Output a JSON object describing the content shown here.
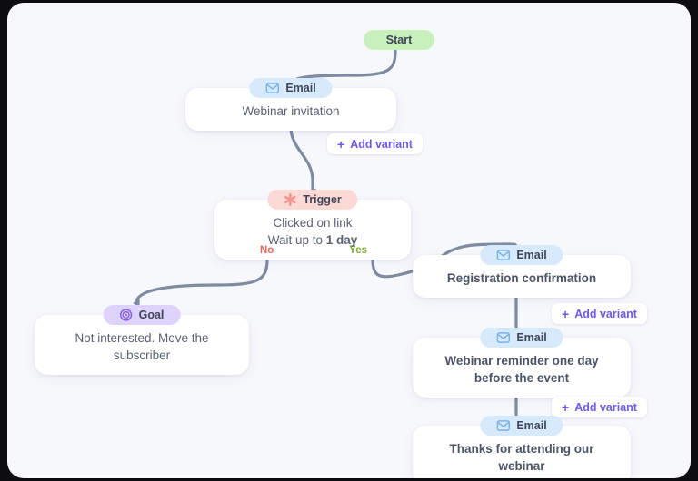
{
  "canvas": {
    "background": "#f7f8fc",
    "edge_color": "#7e8ba0"
  },
  "palette": {
    "email_chip_bg": "#d6eafc",
    "trigger_chip_bg": "#fcd9d5",
    "goal_chip_bg": "#ddd3fb",
    "start_bg": "#c8f0bd",
    "accent_purple": "#6c5ce7",
    "no_color": "#e8685c",
    "yes_color": "#7aa93c"
  },
  "start": {
    "label": "Start"
  },
  "nodes": [
    {
      "id": "email-webinar-invitation",
      "type": "Email",
      "icon": "envelope-icon",
      "chip_label": "Email",
      "body": "Webinar invitation",
      "bold": false
    },
    {
      "id": "trigger-clicked-on-link",
      "type": "Trigger",
      "icon": "asterisk-icon",
      "chip_label": "Trigger",
      "body_line1": "Clicked on link",
      "body_line2_prefix": "Wait up to ",
      "body_line2_strong": "1 day",
      "branch_no": "No",
      "branch_yes": "Yes"
    },
    {
      "id": "goal-not-interested",
      "type": "Goal",
      "icon": "target-icon",
      "chip_label": "Goal",
      "body": "Not interested. Move the subscriber",
      "bold": false
    },
    {
      "id": "email-registration-confirmation",
      "type": "Email",
      "icon": "envelope-icon",
      "chip_label": "Email",
      "body": "Registration confirmation",
      "bold": true
    },
    {
      "id": "email-webinar-reminder",
      "type": "Email",
      "icon": "envelope-icon",
      "chip_label": "Email",
      "body": "Webinar reminder one day before the event",
      "bold": true
    },
    {
      "id": "email-thanks-for-attending",
      "type": "Email",
      "icon": "envelope-icon",
      "chip_label": "Email",
      "body": "Thanks for attending our webinar",
      "bold": true
    }
  ],
  "add_variant_buttons": [
    {
      "id": "add-variant-1",
      "label": "Add variant",
      "plus": "+"
    },
    {
      "id": "add-variant-2",
      "label": "Add variant",
      "plus": "+"
    },
    {
      "id": "add-variant-3",
      "label": "Add variant",
      "plus": "+"
    }
  ]
}
